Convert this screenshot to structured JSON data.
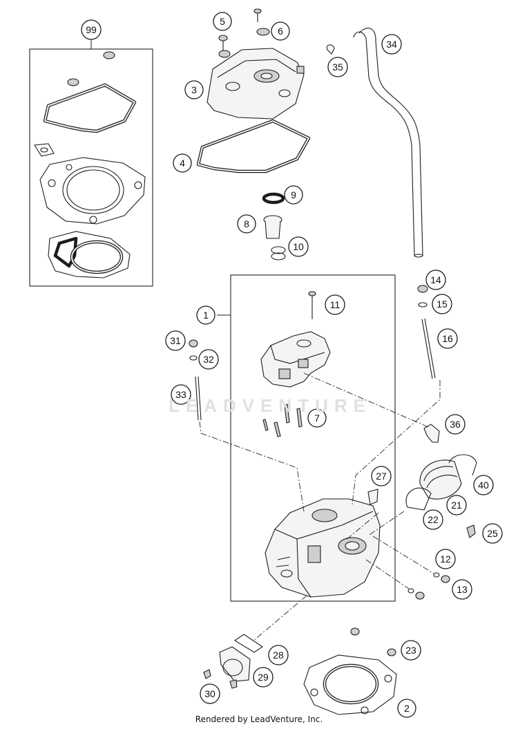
{
  "watermark": "LEADVENTURE",
  "footer": "Rendered by LeadVenture, Inc.",
  "callouts": [
    "99",
    "5",
    "6",
    "3",
    "4",
    "34",
    "35",
    "9",
    "8",
    "10",
    "1",
    "11",
    "14",
    "15",
    "16",
    "31",
    "32",
    "33",
    "7",
    "36",
    "27",
    "40",
    "21",
    "22",
    "25",
    "12",
    "13",
    "28",
    "29",
    "23",
    "30",
    "2"
  ]
}
